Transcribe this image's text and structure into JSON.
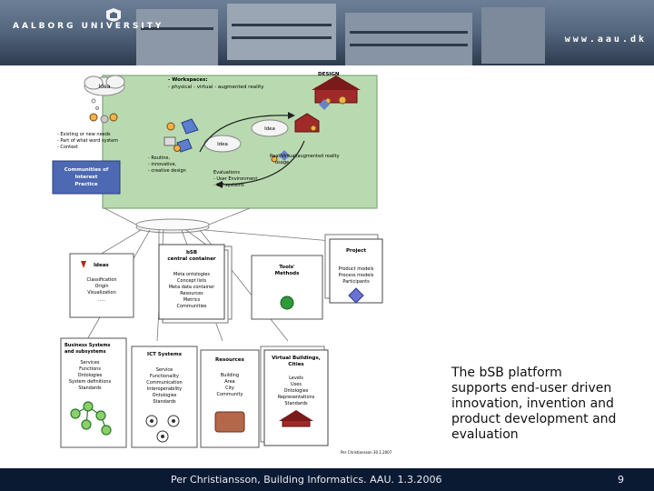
{
  "header": {
    "logo_text": "AALBORG UNIVERSITY",
    "url": "www.aau.dk",
    "logo_icon": "university-crest-icon"
  },
  "diagram": {
    "design_label": "DESIGN",
    "workspaces": "- Workspaces:",
    "ws_physical": "- physical  - virtual  - augmented reality",
    "idea_top": "Idea",
    "idea_a": "Idea",
    "idea_b": "Idea",
    "needs_1": "- Existing or new needs",
    "needs_2": "- Part of what word system",
    "needs_3": "- Context",
    "communities_1": "Communities of",
    "communities_2": "Interest",
    "communities_3": "Practice",
    "routine_1": "- Routine,",
    "routine_2": "- innovative,",
    "routine_3": "- creative design",
    "evaluations": "Evaluations",
    "eval_1": "- User Environment",
    "eval_2": "- ICT systems",
    "real_1": "Real/Virtual/augmented reality",
    "real_2": "usage",
    "ideas_title": "Ideas",
    "ideas_items": [
      "Classification",
      "Origin",
      "Visualization",
      "....."
    ],
    "bsb_title_1": "bSB",
    "bsb_title_2": "central container",
    "bsb_items": [
      "Meta ontologies",
      "Concept lists",
      "Meta data container",
      "Resources",
      "Metrics",
      "Communities"
    ],
    "tools_1": "Tools'",
    "tools_2": "Methods",
    "project_title": "Project",
    "project_items": [
      "Product models",
      "Process models",
      "Participants"
    ],
    "bus_title_1": "Business Systems",
    "bus_title_2": "and subsystems",
    "bus_items": [
      "Services",
      "Functions",
      "Ontologies",
      "System definitions",
      "Standards"
    ],
    "ict_title": "ICT Systems",
    "ict_items": [
      "Service",
      "Functionality",
      "Communication",
      "Interoperability",
      "Ontologies",
      "Standards"
    ],
    "res_title": "Resources",
    "res_items": [
      "Building",
      "Area",
      "City",
      "Community"
    ],
    "vb_title_1": "Virtual Buildings,",
    "vb_title_2": "Cities",
    "vb_items": [
      "Levels",
      "Uses",
      "Ontologies",
      "Representations",
      "Standards"
    ],
    "credit": "Per Christiansson 30.1.2007"
  },
  "caption": "The bSB platform\nsupports end-user driven\ninnovation, invention and\nproduct development and\nevaluation",
  "footer": {
    "text": "Per Christiansson, Building Informatics. AAU. 1.3.2006",
    "page": "9"
  },
  "colors": {
    "header_top": "#6d7f97",
    "footer": "#0b1a33",
    "workspace_green": "#b9dab0",
    "communities_blue": "#4d69b3"
  }
}
